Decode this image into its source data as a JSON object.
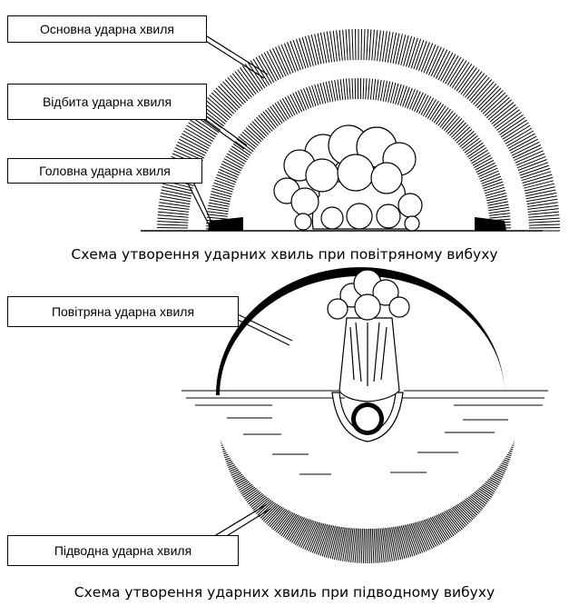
{
  "labels": {
    "main_wave": "Основна ударна хвиля",
    "reflected_wave": "Відбита ударна хвиля",
    "head_wave": "Головна ударна хвиля",
    "air_wave": "Повітряна ударна хвиля",
    "underwater_wave": "Підводна ударна хвиля"
  },
  "captions": {
    "air_burst": "Схема утворення ударних хвиль при повітряному вибуху",
    "underwater_burst": "Схема утворення ударних хвиль при підводному вибуху"
  },
  "colors": {
    "ink": "#000000",
    "paper": "#ffffff"
  }
}
